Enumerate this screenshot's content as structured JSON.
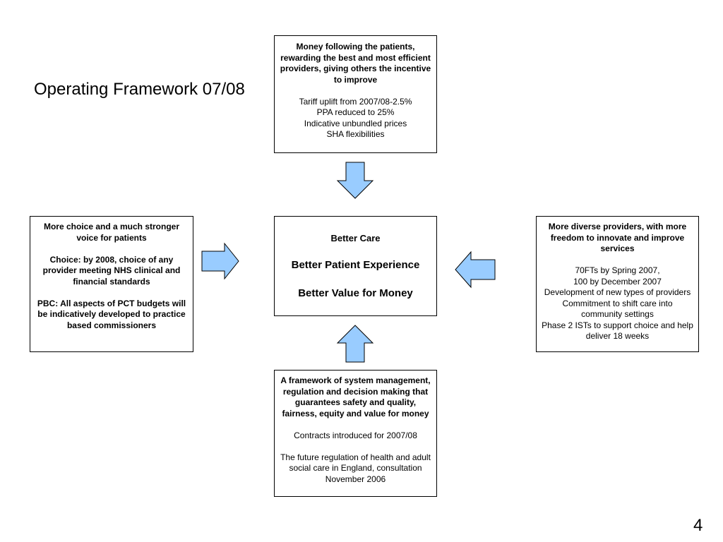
{
  "slide": {
    "title": "Operating Framework 07/08",
    "page_number": "4"
  },
  "top_box": {
    "heading": "Money following the patients, rewarding the best and most efficient providers, giving others the incentive to improve",
    "items": [
      "Tariff uplift from 2007/08-2.5%",
      "PPA reduced to 25%",
      "Indicative unbundled prices",
      "SHA flexibilities"
    ]
  },
  "left_box": {
    "heading": "More choice and a much stronger voice for patients",
    "choice": "Choice: by 2008, choice of any provider meeting NHS clinical and financial standards",
    "pbc": "PBC:  All aspects of PCT budgets will be indicatively developed to practice based commissioners"
  },
  "center_box": {
    "line1": "Better Care",
    "line2": "Better Patient Experience",
    "line3": "Better Value for Money"
  },
  "right_box": {
    "heading": "More diverse providers, with more freedom to innovate and improve services",
    "items": [
      "70FTs by Spring 2007,",
      "100 by December 2007",
      "Development of new types of providers",
      "Commitment to shift care into community settings",
      "Phase 2 ISTs to support choice and help deliver 18 weeks"
    ]
  },
  "bottom_box": {
    "heading": "A framework of system management, regulation and decision making that guarantees safety and quality, fairness, equity and value for money",
    "contracts": "Contracts introduced for 2007/08",
    "regulation": "The future regulation of health and adult social care in England, consultation November 2006"
  },
  "colors": {
    "arrow_fill": "#99ccff",
    "arrow_stroke": "#000000",
    "box_border": "#000000"
  }
}
